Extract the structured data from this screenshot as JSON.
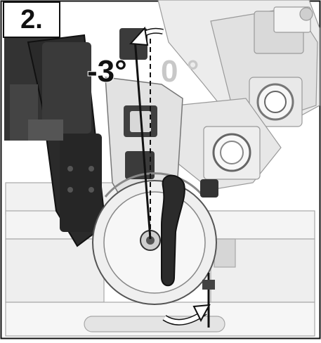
{
  "step_label": "2.",
  "angle_labels": {
    "tilted": "-3°",
    "zero": "0 °"
  },
  "colors": {
    "background": "#ffffff",
    "line": "#111111",
    "muted": "#c8c8c8",
    "machine_dark": "#2b2b2b",
    "machine_light": "#e6e6e6"
  },
  "icons": {
    "top_arrow": "curved-arrow-left-icon",
    "bottom_arrow": "curved-arrow-right-icon"
  }
}
